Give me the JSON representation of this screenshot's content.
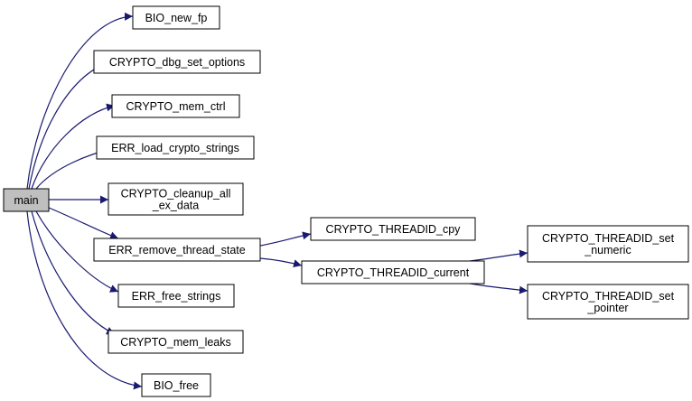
{
  "diagram": {
    "type": "call-graph",
    "colors": {
      "edge": "#191970",
      "node_fill": "#ffffff",
      "root_fill": "#bfbfbf",
      "node_border": "#000000"
    },
    "nodes": [
      {
        "id": "main",
        "lines": [
          "main"
        ],
        "root": true
      },
      {
        "id": "bio_new_fp",
        "lines": [
          "BIO_new_fp"
        ]
      },
      {
        "id": "crypto_dbg_set_options",
        "lines": [
          "CRYPTO_dbg_set_options"
        ]
      },
      {
        "id": "crypto_mem_ctrl",
        "lines": [
          "CRYPTO_mem_ctrl"
        ]
      },
      {
        "id": "err_load_crypto_strings",
        "lines": [
          "ERR_load_crypto_strings"
        ]
      },
      {
        "id": "crypto_cleanup_all_ex_data",
        "lines": [
          "CRYPTO_cleanup_all",
          "_ex_data"
        ]
      },
      {
        "id": "err_remove_thread_state",
        "lines": [
          "ERR_remove_thread_state"
        ]
      },
      {
        "id": "err_free_strings",
        "lines": [
          "ERR_free_strings"
        ]
      },
      {
        "id": "crypto_mem_leaks",
        "lines": [
          "CRYPTO_mem_leaks"
        ]
      },
      {
        "id": "bio_free",
        "lines": [
          "BIO_free"
        ]
      },
      {
        "id": "crypto_threadid_cpy",
        "lines": [
          "CRYPTO_THREADID_cpy"
        ]
      },
      {
        "id": "crypto_threadid_current",
        "lines": [
          "CRYPTO_THREADID_current"
        ]
      },
      {
        "id": "crypto_threadid_set_numeric",
        "lines": [
          "CRYPTO_THREADID_set",
          "_numeric"
        ]
      },
      {
        "id": "crypto_threadid_set_pointer",
        "lines": [
          "CRYPTO_THREADID_set",
          "_pointer"
        ]
      }
    ],
    "edges": [
      {
        "from": "main",
        "to": "bio_new_fp"
      },
      {
        "from": "main",
        "to": "crypto_dbg_set_options"
      },
      {
        "from": "main",
        "to": "crypto_mem_ctrl"
      },
      {
        "from": "main",
        "to": "err_load_crypto_strings"
      },
      {
        "from": "main",
        "to": "crypto_cleanup_all_ex_data"
      },
      {
        "from": "main",
        "to": "err_remove_thread_state"
      },
      {
        "from": "main",
        "to": "err_free_strings"
      },
      {
        "from": "main",
        "to": "crypto_mem_leaks"
      },
      {
        "from": "main",
        "to": "bio_free"
      },
      {
        "from": "err_remove_thread_state",
        "to": "crypto_threadid_cpy"
      },
      {
        "from": "err_remove_thread_state",
        "to": "crypto_threadid_current"
      },
      {
        "from": "crypto_threadid_current",
        "to": "crypto_threadid_set_numeric"
      },
      {
        "from": "crypto_threadid_current",
        "to": "crypto_threadid_set_pointer"
      }
    ]
  }
}
